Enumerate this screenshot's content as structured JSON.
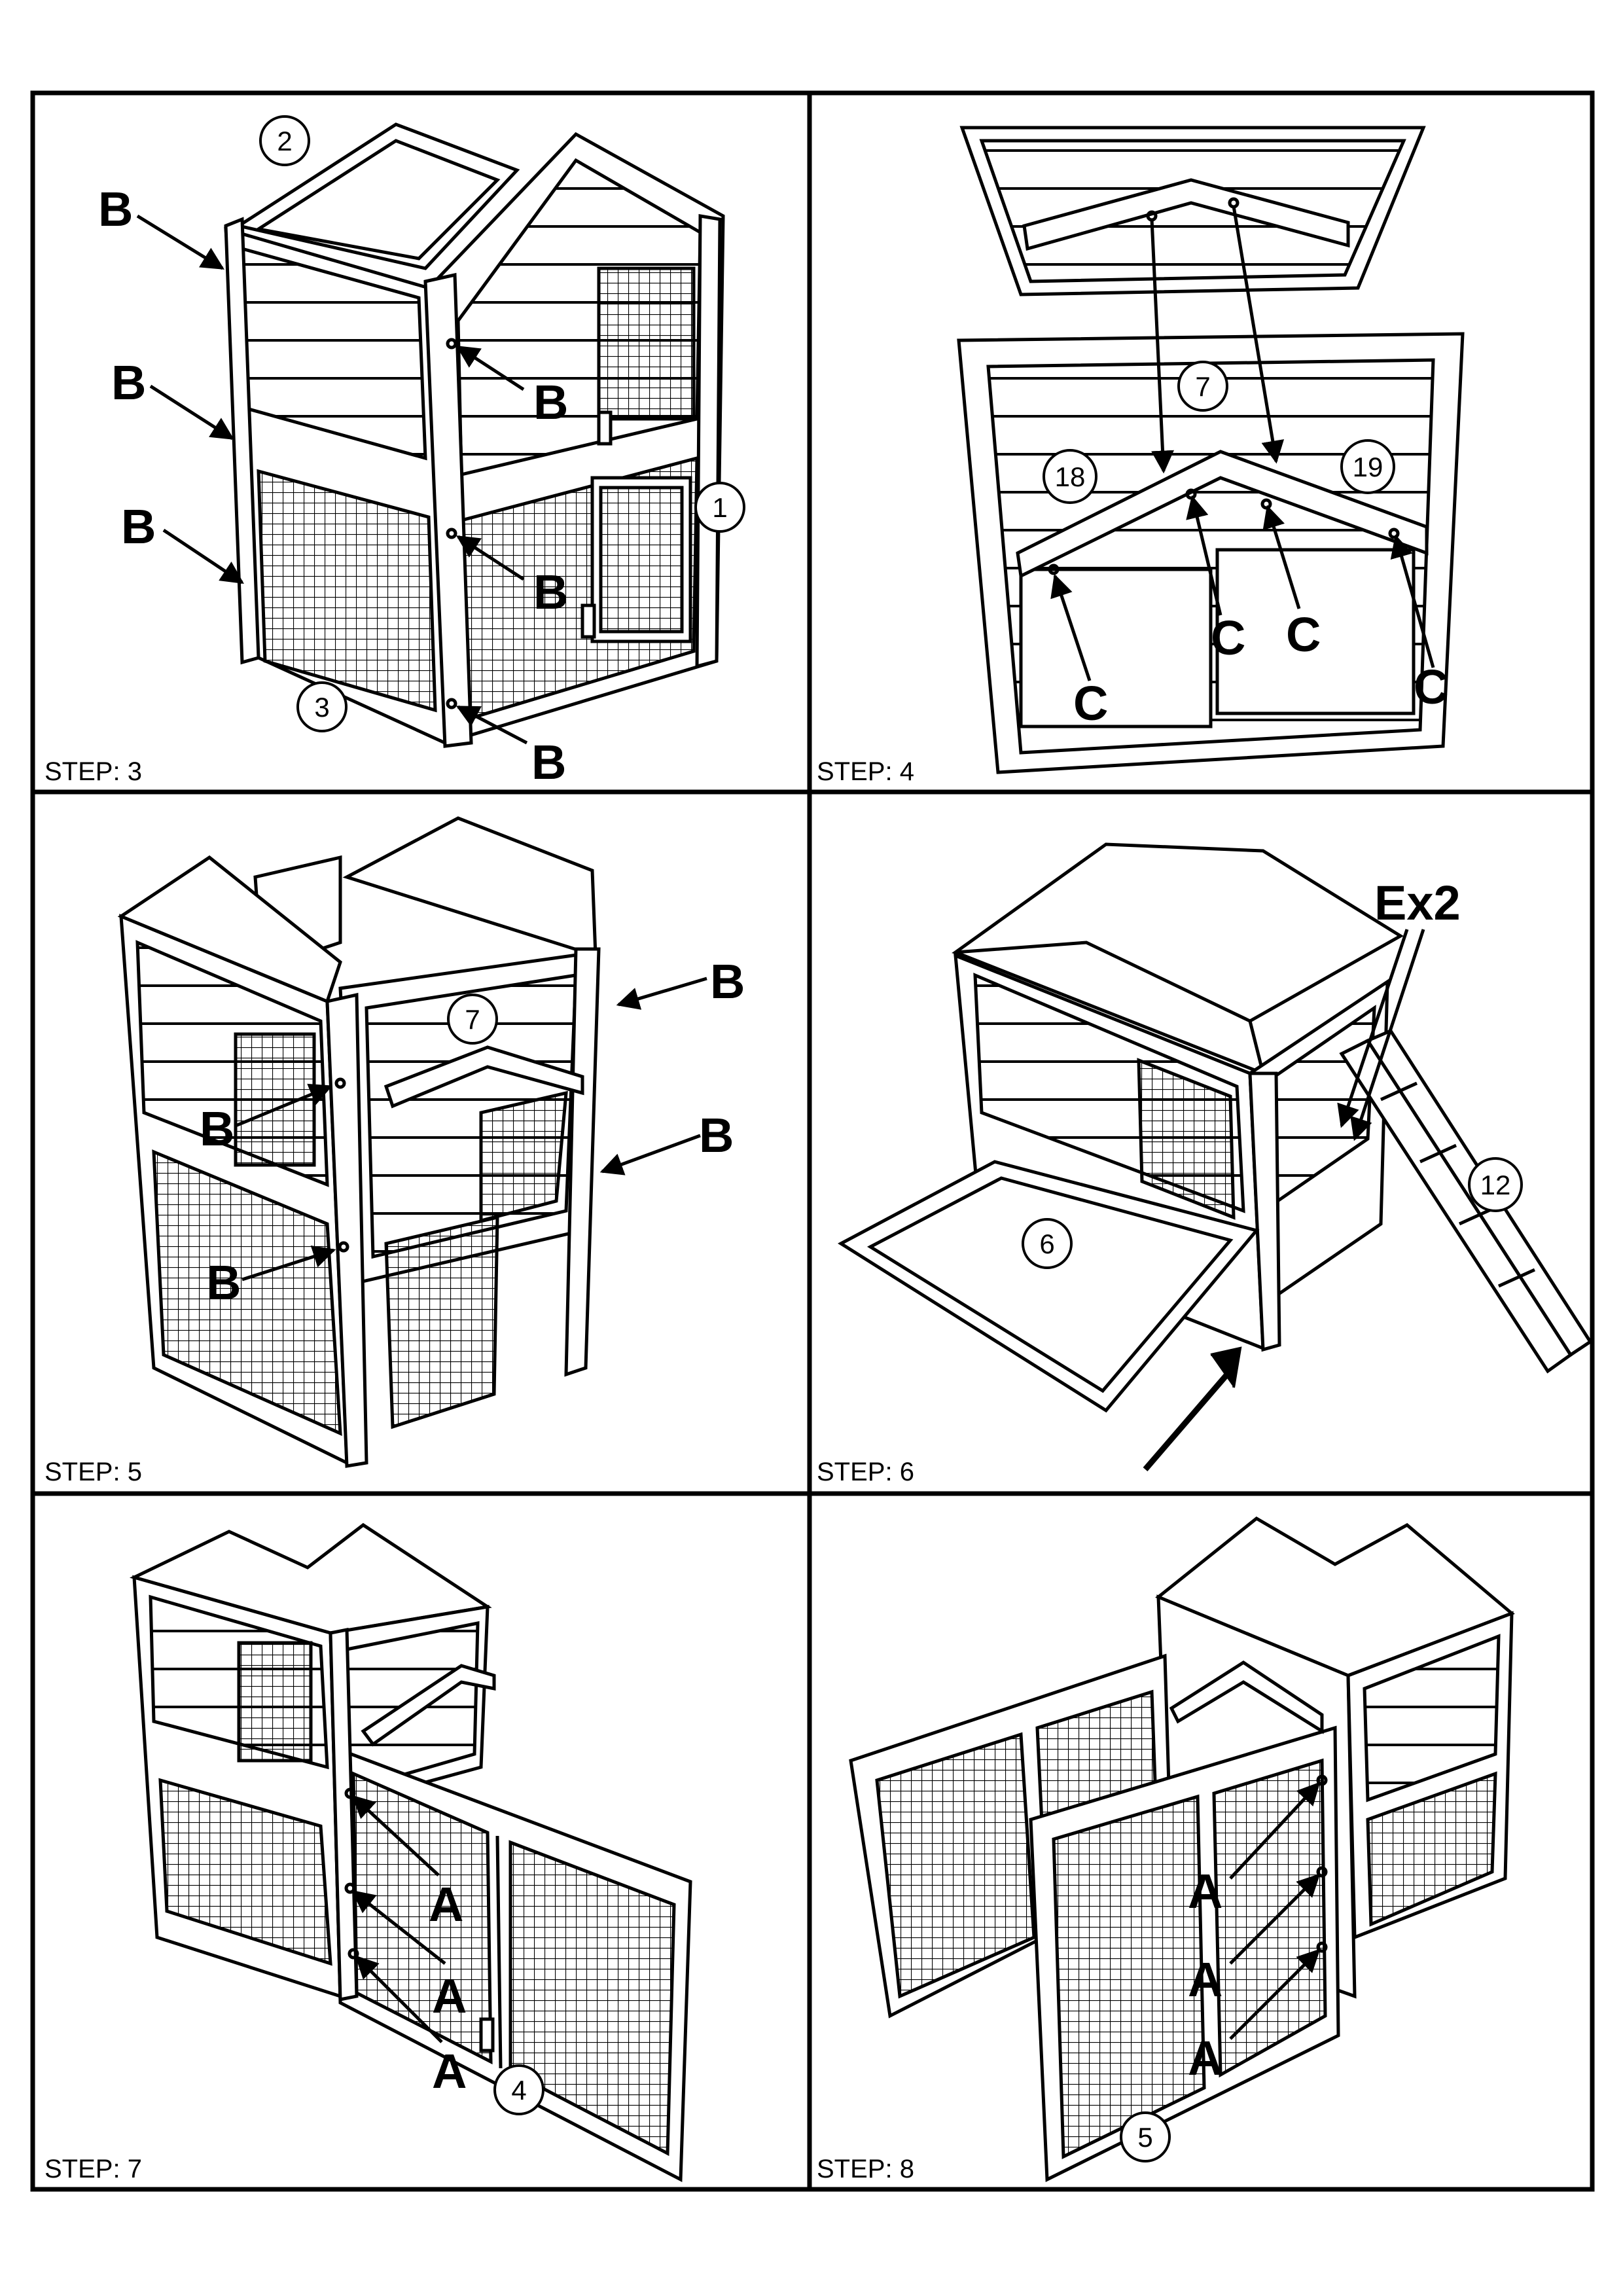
{
  "panels": [
    {
      "step_label": "STEP: 3",
      "part_numbers": [
        "2",
        "1",
        "3"
      ],
      "callouts": [
        "B",
        "B",
        "B",
        "B",
        "B",
        "B"
      ]
    },
    {
      "step_label": "STEP: 4",
      "part_numbers": [
        "7",
        "18",
        "19"
      ],
      "callouts": [
        "C",
        "C",
        "C",
        "C"
      ]
    },
    {
      "step_label": "STEP: 5",
      "part_numbers": [
        "7"
      ],
      "callouts": [
        "B",
        "B",
        "B",
        "B"
      ]
    },
    {
      "step_label": "STEP: 6",
      "part_numbers": [
        "6",
        "12"
      ],
      "callouts": [
        "Ex2"
      ]
    },
    {
      "step_label": "STEP: 7",
      "part_numbers": [
        "4"
      ],
      "callouts": [
        "A",
        "A",
        "A"
      ]
    },
    {
      "step_label": "STEP: 8",
      "part_numbers": [
        "5"
      ],
      "callouts": [
        "A",
        "A",
        "A"
      ]
    }
  ]
}
